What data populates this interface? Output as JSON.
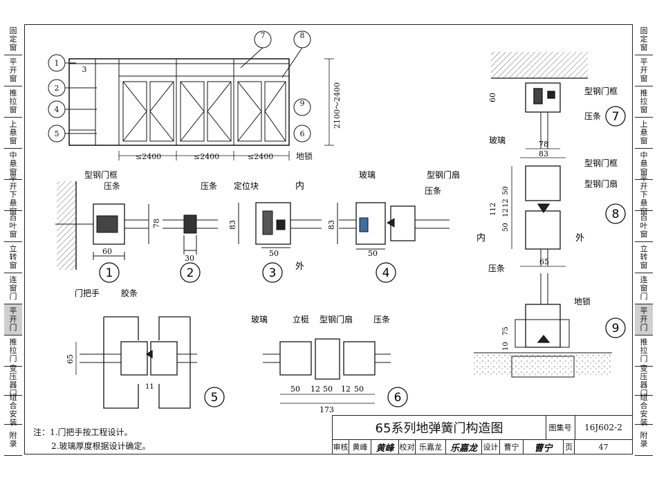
{
  "sidebar_left": [
    "固定窗",
    "平开窗",
    "推拉窗",
    "上悬窗",
    "中悬窗",
    "平开下悬窗",
    "百叶窗",
    "立转窗",
    "连窗门",
    "平开门",
    "推拉门",
    "变压器门",
    "组合安装",
    "附录"
  ],
  "sidebar_right": [
    "固定窗",
    "平开窗",
    "推拉窗",
    "上悬窗",
    "中悬窗",
    "平开下悬窗",
    "百叶窗",
    "立转窗",
    "连窗门",
    "平开门",
    "推拉门",
    "变压器门",
    "组合安装",
    "附录"
  ],
  "active_tab": "平开门",
  "elevation": {
    "callouts": [
      "1",
      "2",
      "3",
      "4",
      "5",
      "6",
      "7",
      "8",
      "9"
    ],
    "dim_height": "2100～2400",
    "dim_widths": [
      "≤2400",
      "≤2400",
      "≤2400"
    ],
    "floor_lock": "地锁"
  },
  "details": {
    "d1": {
      "num": "1",
      "labels": [
        "型钢门框",
        "压条"
      ],
      "dims": [
        "60",
        "78"
      ]
    },
    "d2": {
      "num": "2",
      "labels": [
        "压条"
      ],
      "dims": [
        "30"
      ]
    },
    "d3": {
      "num": "3",
      "labels": [
        "定位块"
      ],
      "dims": [
        "83",
        "50"
      ],
      "in": "内",
      "out": "外"
    },
    "d4": {
      "num": "4",
      "labels": [
        "玻璃",
        "型钢门扇",
        "压条"
      ],
      "dims": [
        "83",
        "50"
      ]
    },
    "d5": {
      "num": "5",
      "labels": [
        "门把手",
        "胶条"
      ],
      "dims": [
        "65",
        "11"
      ]
    },
    "d6": {
      "num": "6",
      "labels": [
        "玻璃",
        "立梃",
        "型钢门扇",
        "压条"
      ],
      "dims": [
        "50",
        "12",
        "50",
        "12",
        "50",
        "173"
      ]
    },
    "d7": {
      "num": "7",
      "labels": [
        "型钢门框",
        "压条",
        "玻璃"
      ],
      "dims": [
        "60",
        "78",
        "83"
      ]
    },
    "d8": {
      "num": "8",
      "labels": [
        "型钢门框",
        "型钢门扇"
      ],
      "dims": [
        "112",
        "50",
        "12",
        "12",
        "50",
        "65"
      ],
      "in": "内",
      "out": "外"
    },
    "d9": {
      "num": "9",
      "labels": [
        "压条",
        "地锁"
      ],
      "dims": [
        "75",
        "10"
      ]
    }
  },
  "notes": [
    "注：1.门把手按工程设计。",
    "2.玻璃厚度根据设计确定。"
  ],
  "titleblock": {
    "title": "65系列地弹簧门构造图",
    "atlas_label": "图集号",
    "atlas_no": "16J602-2",
    "review_label": "审核",
    "reviewer": "黄峰",
    "reviewer_sig": "黄峰",
    "check_label": "校对",
    "checker": "乐嘉龙",
    "checker_sig": "乐嘉龙",
    "design_label": "设计",
    "designer": "曹宁",
    "designer_sig": "曹宁",
    "page_label": "页",
    "page_no": "47"
  }
}
